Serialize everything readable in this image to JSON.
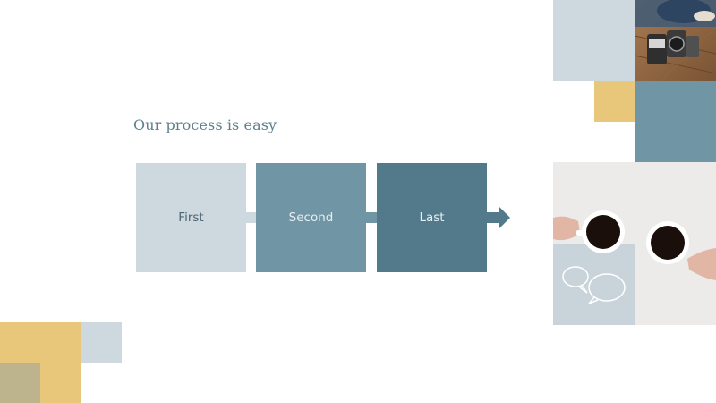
{
  "slide": {
    "title": "Our process is easy",
    "steps": [
      {
        "label": "First"
      },
      {
        "label": "Second"
      },
      {
        "label": "Last"
      }
    ]
  },
  "colors": {
    "pale_blue": "#ced9df",
    "mid_blue": "#7096a5",
    "dark_blue": "#537a8b",
    "gold": "#e8c77a",
    "olive": "#bdb38d"
  },
  "images": {
    "top_right": "camera-on-wooden-table-photo",
    "mid_right": "two-coffee-cups-photo"
  }
}
